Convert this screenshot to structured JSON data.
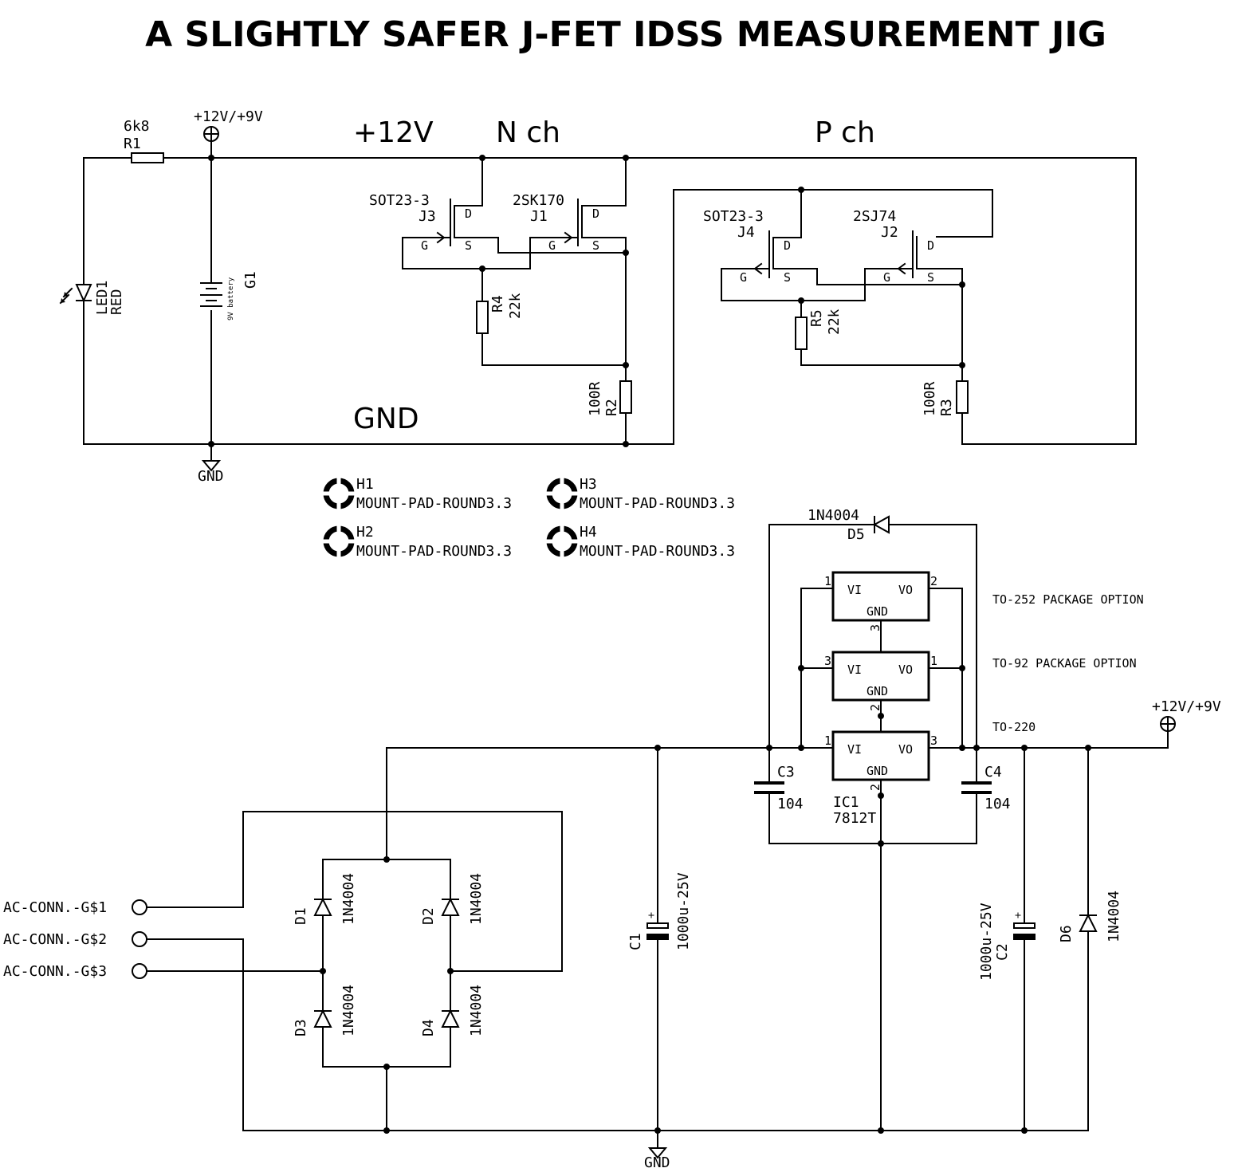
{
  "title": "A SLIGHTLY SAFER J-FET IDSS MEASUREMENT JIG",
  "sections": {
    "rail_plus": "+12V",
    "n_ch": "N ch",
    "p_ch": "P ch",
    "rail_gnd": "GND"
  },
  "supply": {
    "top_label": "+12V/+9V",
    "right_label": "+12V/+9V",
    "gnd_top": "GND",
    "gnd_bottom": "GND"
  },
  "battery": {
    "ref": "G1",
    "value": "9V battery"
  },
  "resistors": {
    "r1": {
      "ref": "R1",
      "value": "6k8"
    },
    "r2": {
      "ref": "R2",
      "value": "100R"
    },
    "r3": {
      "ref": "R3",
      "value": "100R"
    },
    "r4": {
      "ref": "R4",
      "value": "22k"
    },
    "r5": {
      "ref": "R5",
      "value": "22k"
    }
  },
  "led": {
    "ref": "LED1",
    "value": "RED"
  },
  "jfets": {
    "j1": {
      "ref": "J1",
      "value": "2SK170"
    },
    "j2": {
      "ref": "J2",
      "value": "2SJ74"
    },
    "j3": {
      "ref": "J3",
      "value": "SOT23-3"
    },
    "j4": {
      "ref": "J4",
      "value": "SOT23-3"
    }
  },
  "pins": {
    "g": "G",
    "d": "D",
    "s": "S"
  },
  "mounting": [
    {
      "ref": "H1",
      "value": "MOUNT-PAD-ROUND3.3"
    },
    {
      "ref": "H2",
      "value": "MOUNT-PAD-ROUND3.3"
    },
    {
      "ref": "H3",
      "value": "MOUNT-PAD-ROUND3.3"
    },
    {
      "ref": "H4",
      "value": "MOUNT-PAD-ROUND3.3"
    }
  ],
  "diodes": {
    "d1": {
      "ref": "D1",
      "value": "1N4004"
    },
    "d2": {
      "ref": "D2",
      "value": "1N4004"
    },
    "d3": {
      "ref": "D3",
      "value": "1N4004"
    },
    "d4": {
      "ref": "D4",
      "value": "1N4004"
    },
    "d5": {
      "ref": "D5",
      "value": "1N4004"
    },
    "d6": {
      "ref": "D6",
      "value": "1N4004"
    }
  },
  "regulators": {
    "to252": "TO-252 PACKAGE OPTION",
    "to92": "TO-92 PACKAGE OPTION",
    "to220": "TO-220",
    "ref": "IC1",
    "value": "7812T",
    "vi": "VI",
    "vo": "VO",
    "gnd": "GND",
    "pins": {
      "p1": "1",
      "p2": "2",
      "p3": "3"
    }
  },
  "capacitors": {
    "c1": {
      "ref": "C1",
      "value": "1000u-25V"
    },
    "c2": {
      "ref": "C2",
      "value": "1000u-25V"
    },
    "c3": {
      "ref": "C3",
      "value": "104"
    },
    "c4": {
      "ref": "C4",
      "value": "104"
    }
  },
  "ac": [
    "AC-CONN.-G$1",
    "AC-CONN.-G$2",
    "AC-CONN.-G$3"
  ]
}
